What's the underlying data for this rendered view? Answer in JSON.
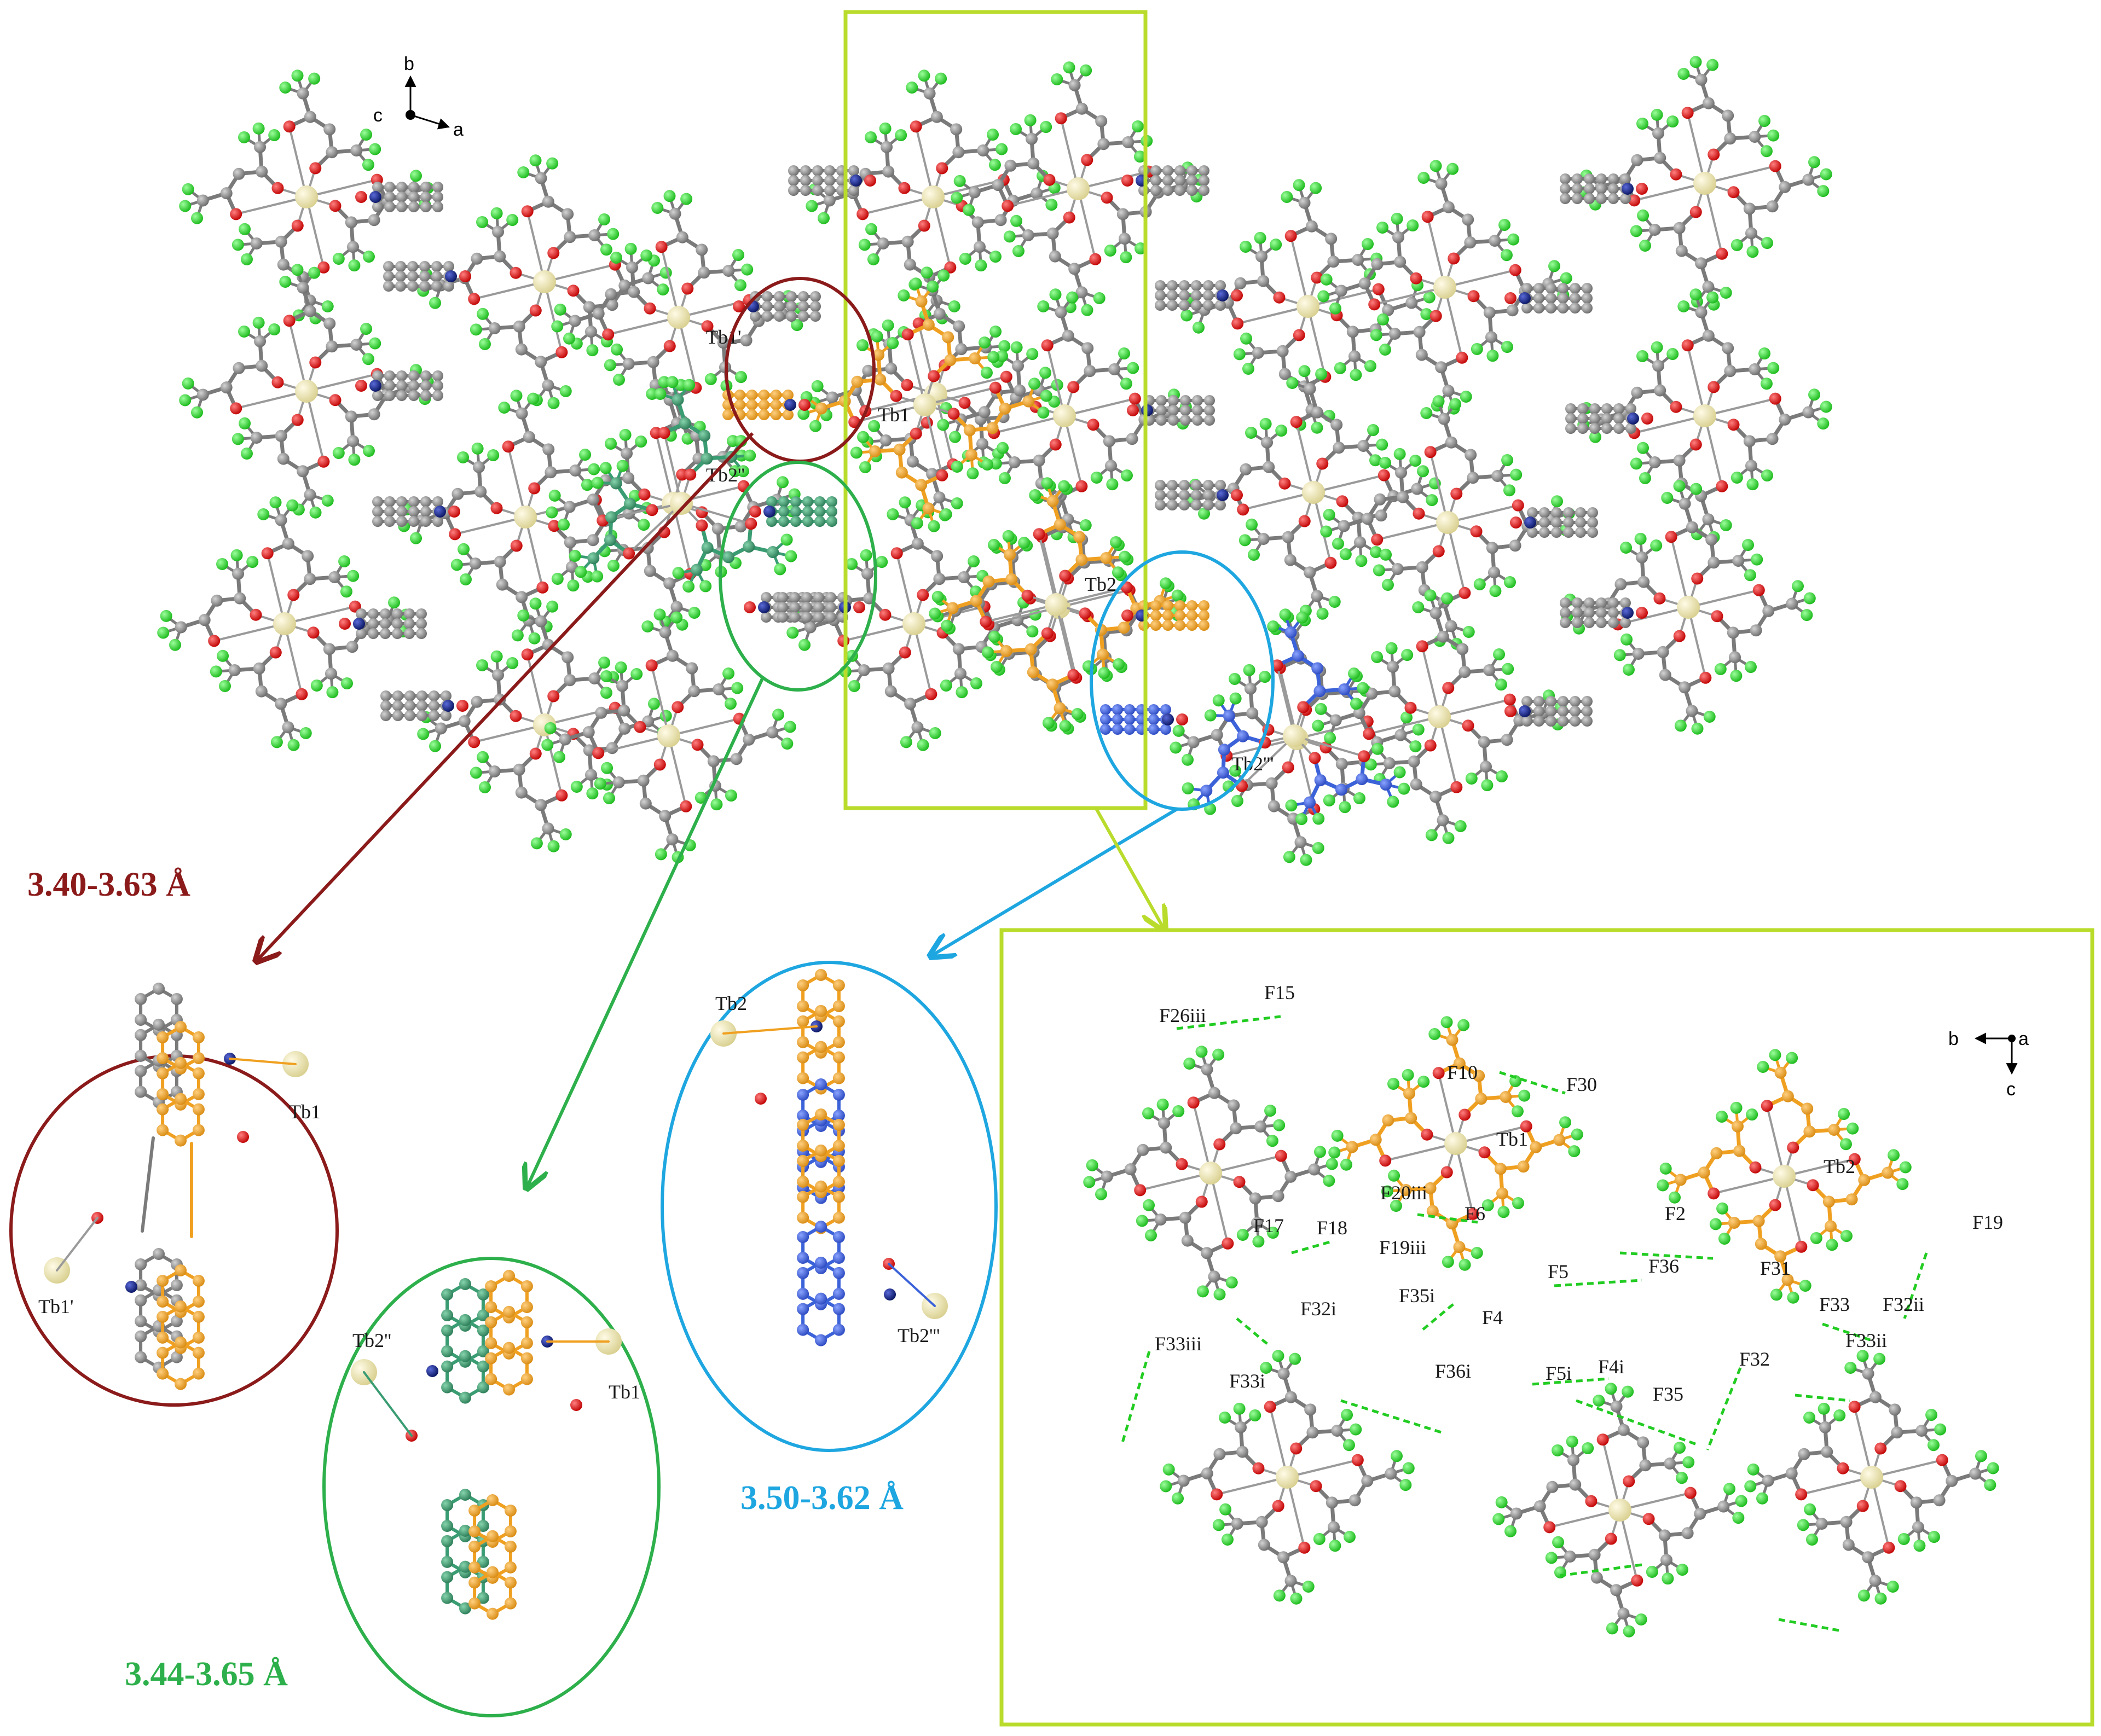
{
  "colors": {
    "carbon": "#7f7f7f",
    "oxygen": "#e00000",
    "nitrogen": "#0b1a8f",
    "fluorine": "#2fd62f",
    "terbium": "#f2eab0",
    "highlight_orange": "#f0a020",
    "highlight_teal": "#3a9c72",
    "highlight_blue": "#3b62d8",
    "ellipse_red": "#8b1a1a",
    "ellipse_green": "#2db04b",
    "ellipse_blue": "#1ea6e0",
    "box_yellowgreen": "#b9dc2c",
    "hbond_dash": "#22cc22"
  },
  "axes_main": {
    "b": "b",
    "c": "c",
    "a": "a"
  },
  "axes_inset": {
    "b": "b",
    "a": "a",
    "c": "c"
  },
  "main_labels": {
    "tb1_prime": "Tb1'",
    "tb1": "Tb1",
    "tb2_dprime": "Tb2''",
    "tb2": "Tb2",
    "tb2_tprime": "Tb2'''"
  },
  "distance_ranges": {
    "red": "3.40-3.63 Å",
    "green": "3.44-3.65 Å",
    "blue": "3.50-3.62 Å"
  },
  "detail_red": {
    "tb1": "Tb1",
    "tb1_prime": "Tb1'"
  },
  "detail_green": {
    "tb2_dprime": "Tb2''",
    "tb1": "Tb1"
  },
  "detail_blue": {
    "tb2": "Tb2",
    "tb2_tprime": "Tb2'''"
  },
  "inset_labels": {
    "f15": "F15",
    "f26iii": "F26iii",
    "f10": "F10",
    "f30": "F30",
    "tb1": "Tb1",
    "tb2": "Tb2",
    "f20iii": "F20iii",
    "f17": "F17",
    "f18": "F18",
    "f6": "F6",
    "f2": "F2",
    "f19": "F19",
    "f19iii": "F19iii",
    "f5": "F5",
    "f36": "F36",
    "f31": "F31",
    "f32i": "F32i",
    "f35i": "F35i",
    "f4": "F4",
    "f33": "F33",
    "f32ii": "F32ii",
    "f33iii": "F33iii",
    "f33ii": "F33ii",
    "f36i": "F36i",
    "f5i": "F5i",
    "f4i": "F4i",
    "f33i": "F33i",
    "f35": "F35",
    "f32": "F32"
  }
}
